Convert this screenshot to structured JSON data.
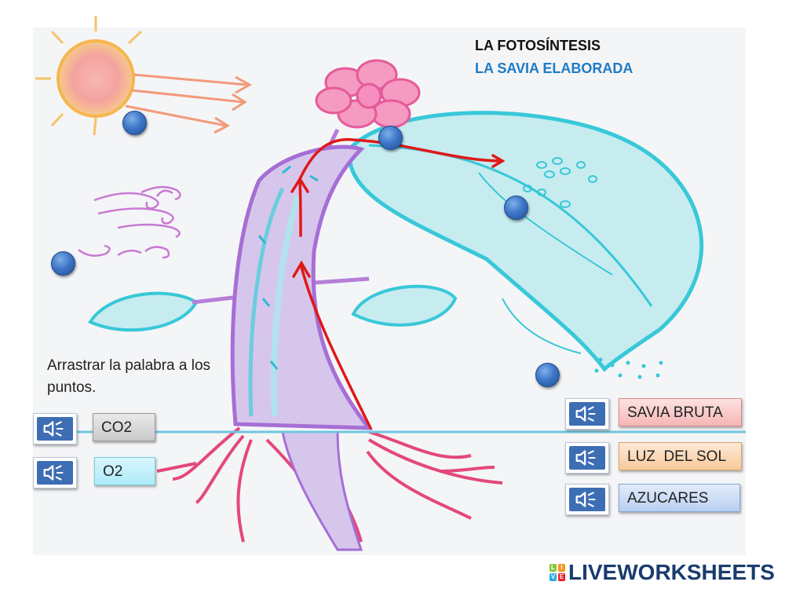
{
  "worksheet": {
    "title": "LA FOTOSÍNTESIS",
    "subtitle": "LA SAVIA ELABORADA",
    "instruction": "Arrastrar la palabra a los puntos."
  },
  "colors": {
    "subtitle": "#1f7bc4",
    "drop_dot": "#3f77c9",
    "speaker_bg": "#3d6eb4",
    "arrow": "#e01818"
  },
  "words": [
    {
      "label": "CO2",
      "color": "gray"
    },
    {
      "label": "O2",
      "color": "cyan"
    },
    {
      "label": "SAVIA BRUTA",
      "color": "red"
    },
    {
      "label": "LUZ  DEL SOL",
      "color": "orange"
    },
    {
      "label": "AZUCARES",
      "color": "blue"
    }
  ],
  "icons": {
    "audio": "speaker-icon",
    "drop_target": "drop-dot"
  },
  "branding": {
    "logo_text": "LIVEWORKSHEETS",
    "logo_badge": [
      "L",
      "I",
      "V",
      "E"
    ]
  }
}
